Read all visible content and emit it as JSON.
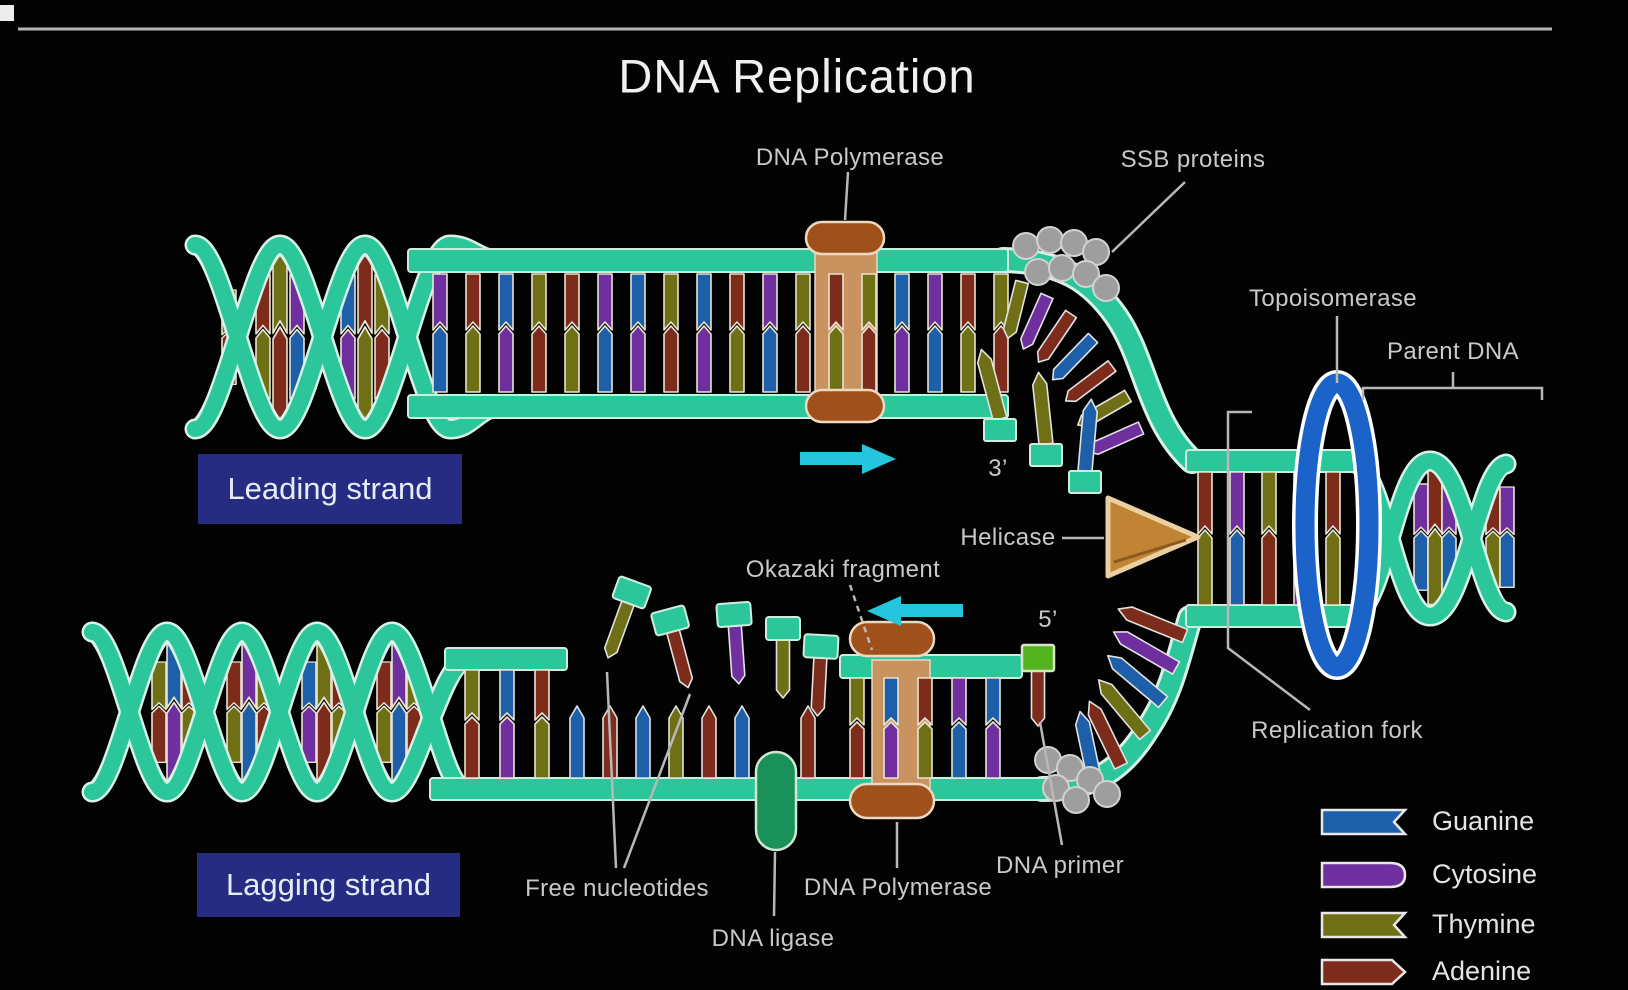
{
  "title": "DNA Replication",
  "annotations": {
    "dna_polymerase_top": "DNA Polymerase",
    "ssb_proteins": "SSB proteins",
    "topoisomerase": "Topoisomerase",
    "parent_dna": "Parent DNA",
    "helicase": "Helicase",
    "okazaki_fragment": "Okazaki fragment",
    "three_prime": "3’",
    "five_prime": "5’",
    "replication_fork": "Replication fork",
    "free_nucleotides": "Free nucleotides",
    "dna_ligase": "DNA ligase",
    "dna_polymerase_bottom": "DNA Polymerase",
    "dna_primer": "DNA primer"
  },
  "strand_labels": {
    "leading": "Leading strand",
    "lagging": "Lagging strand"
  },
  "legend": {
    "items": [
      {
        "label": "Guanine",
        "color": "#1d5fa8"
      },
      {
        "label": "Cytosine",
        "color": "#6f2f9e"
      },
      {
        "label": "Thymine",
        "color": "#6f6f15"
      },
      {
        "label": "Adenine",
        "color": "#7d2b1b"
      }
    ]
  },
  "colors": {
    "background": "#030303",
    "strand_backbone": "#2bc79b",
    "dna_polymerase": "#a0501a",
    "helicase": "#c08434",
    "topoisomerase": "#1b63c8",
    "dna_ligase": "#1a9158",
    "dna_primer": "#53b41f",
    "ssb_protein": "#9e9e9e",
    "direction_arrow": "#25c5dd",
    "strand_label_box": "#252c82"
  }
}
